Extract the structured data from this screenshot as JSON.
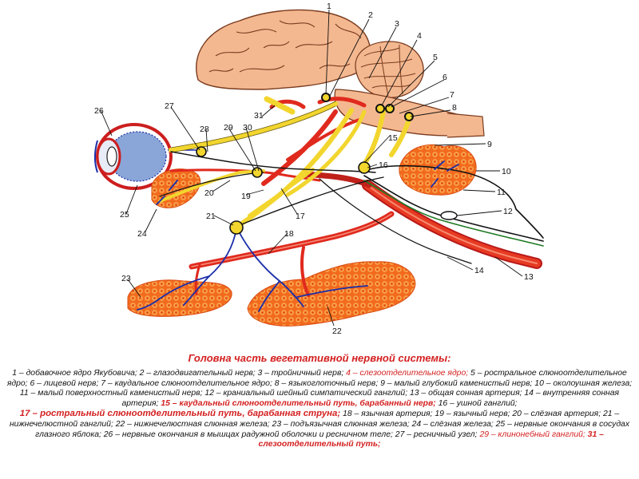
{
  "caption": {
    "title": "Головна часть вегетативной нервной системы:"
  },
  "labels": [
    "1",
    "2",
    "3",
    "4",
    "5",
    "6",
    "7",
    "8",
    "9",
    "10",
    "11",
    "12",
    "13",
    "14",
    "15",
    "16",
    "17",
    "18",
    "19",
    "20",
    "21",
    "22",
    "23",
    "24",
    "25",
    "26",
    "27",
    "28",
    "29",
    "30",
    "31"
  ],
  "legend": [
    {
      "text": "1 – добавочное ядро Якубовича; 2 – глазодвигательный нерв; 3 – тройничный нерв; ",
      "style": "n"
    },
    {
      "text": "4 – слезоотделительное ядро;",
      "style": "hl"
    },
    {
      "text": " 5 – ростральное слюноотделительное ядро; 6 – лицевой нерв; 7 – каудальное слюноотделительное ядро; 8 – языкоглоточный нерв; 9 – малый глубокий каменистый нерв; 10 – околоушная железа; 11 – малый поверхностный каменистый нерв; 12 – краниальный шейный симпатический ганглий; 13 – общая сонная артерия; 14 – внутренняя сонная артерия; ",
      "style": "n"
    },
    {
      "text": "15 – каудальный слюноотделительный путь, барабанный нерв;",
      "style": "hlb"
    },
    {
      "text": " 16 – ушной ганглий;",
      "style": "n"
    },
    {
      "text": "17 – ростральный слюноотделительный путь, барабанная струна;",
      "style": "hlb big"
    },
    {
      "text": " 18 – язычная артерия; 19 – язычный нерв; 20 – слёзная артерия; 21 – нижнечелюстной ганглий; 22 – нижнечелюстная слюнная железа; 23 – подъязычная слюнная железа; 24 – слёзная железа; 25 – нервные окончания в сосудах глазного яблока; 26 – нервные окончания в мышцах радужной оболочки и ресничном теле; 27 – ресничный узел; ",
      "style": "n"
    },
    {
      "text": "29 – клинонебный ганглий;",
      "style": "hl"
    },
    {
      "text": " ",
      "style": "n"
    },
    {
      "text": "31 – слезоотделительный путь;",
      "style": "hlb"
    }
  ],
  "colors": {
    "caption_red": "#d42020",
    "nerve_yellow": "#f4dc3a",
    "artery_red": "#e02a1e",
    "gland_orange": "#f06a20",
    "brain_tan": "#f2b48a",
    "sympathetic_blue": "#1a2ea8"
  }
}
